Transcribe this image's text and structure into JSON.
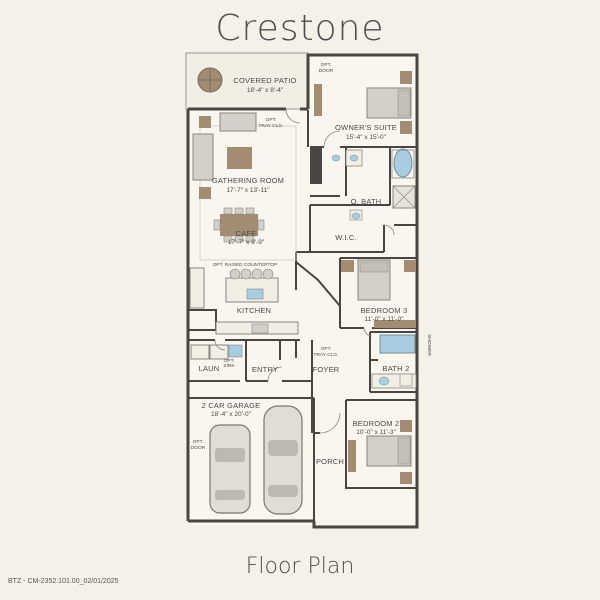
{
  "header": {
    "title": "Crestone"
  },
  "footer": {
    "subtitle": "Floor Plan",
    "code": "BTZ - CM-2352.101.00_02/01/2025"
  },
  "rooms": {
    "covered_patio": {
      "name": "COVERED PATIO",
      "dim": "18'-4\" x 8'-4\""
    },
    "owners_suite": {
      "name": "OWNER'S SUITE",
      "dim": "15'-4\" x 15'-0\""
    },
    "gathering_room": {
      "name": "GATHERING ROOM",
      "dim": "17'-7\" x 13'-11\""
    },
    "cafe": {
      "name": "CAFE",
      "dim": "17'-7\" x 9'-9\""
    },
    "o_bath": {
      "name": "O. BATH"
    },
    "wic": {
      "name": "W.I.C."
    },
    "kitchen": {
      "name": "KITCHEN"
    },
    "bedroom3": {
      "name": "BEDROOM 3",
      "dim": "11'-0\" x 11'-0\""
    },
    "laun": {
      "name": "LAUN"
    },
    "entry": {
      "name": "ENTRY"
    },
    "foyer": {
      "name": "FOYER"
    },
    "bath2": {
      "name": "BATH 2"
    },
    "garage": {
      "name": "2 CAR GARAGE",
      "dim": "18'-4\" x 20'-0\""
    },
    "bedroom2": {
      "name": "BEDROOM 2",
      "dim": "10'-0\" x 11'-3\""
    },
    "porch": {
      "name": "PORCH"
    }
  },
  "notes": {
    "opt_door_top_1": "OPT.",
    "opt_door_top_2": "DOOR",
    "opt_tray_1": "OPT.",
    "opt_tray_2": "TRAY CLG.",
    "opt_raised": "OPT. RAISED COUNTERTOP",
    "opt_sink_1": "OPT.",
    "opt_sink_2": "SINK",
    "opt_tray_foyer_1": "OPT.",
    "opt_tray_foyer_2": "TRAY CLG.",
    "shower": "SHOWER",
    "opt_door_garage_1": "OPT.",
    "opt_door_garage_2": "DOOR"
  },
  "colors": {
    "wall": "#4a4542",
    "furniture": "#a38d72",
    "fixture": "#d3d0ca",
    "fixture_blue": "#a9cde0",
    "background": "#f4f1e8"
  }
}
